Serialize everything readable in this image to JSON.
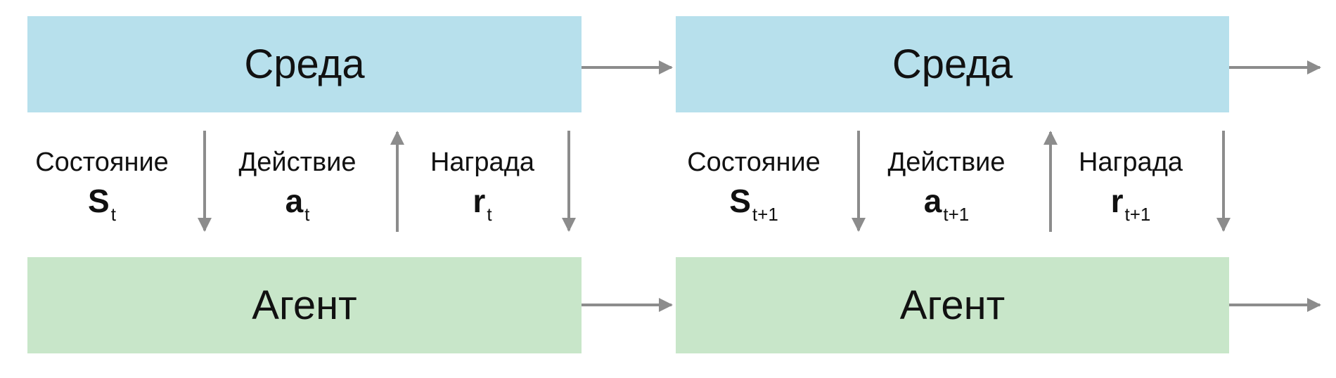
{
  "colors": {
    "environment_fill": "#b7e0ec",
    "agent_fill": "#c8e6c9",
    "arrow": "#8c8c8c",
    "text": "#111111"
  },
  "steps": [
    {
      "environment": "Среда",
      "agent": "Агент",
      "state": {
        "label": "Состояние",
        "symbol": "S",
        "subscript": "t"
      },
      "action": {
        "label": "Действие",
        "symbol": "a",
        "subscript": "t"
      },
      "reward": {
        "label": "Награда",
        "symbol": "r",
        "subscript": "t"
      }
    },
    {
      "environment": "Среда",
      "agent": "Агент",
      "state": {
        "label": "Состояние",
        "symbol": "S",
        "subscript": "t+1"
      },
      "action": {
        "label": "Действие",
        "symbol": "a",
        "subscript": "t+1"
      },
      "reward": {
        "label": "Награда",
        "symbol": "r",
        "subscript": "t+1"
      }
    }
  ]
}
